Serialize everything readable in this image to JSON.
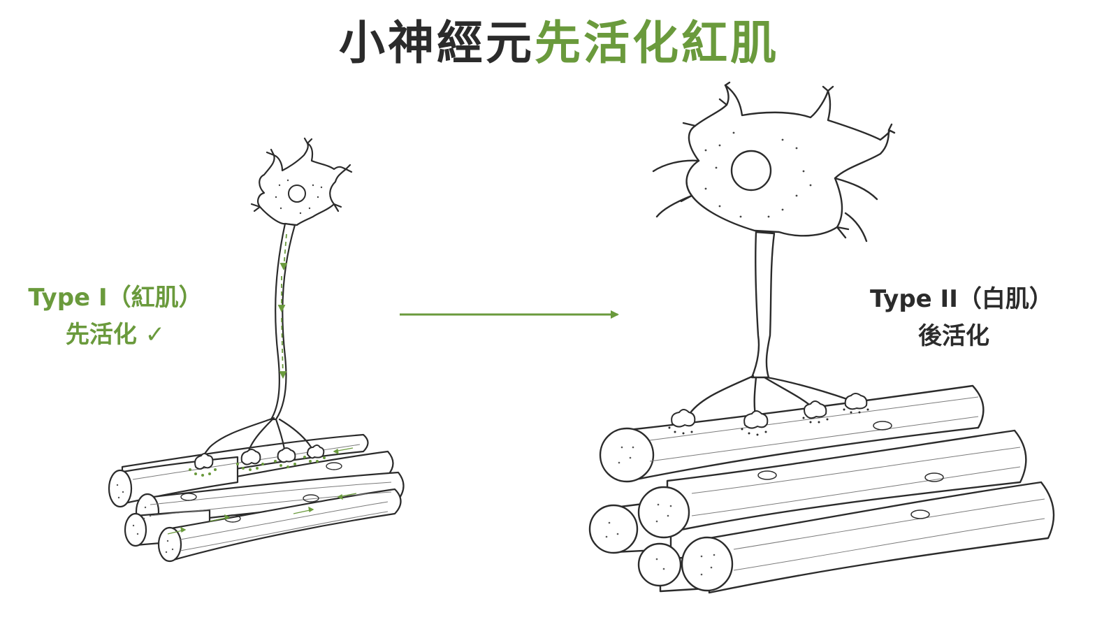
{
  "title": {
    "part1": "小神經元",
    "part2": "先活化紅肌"
  },
  "left_label": {
    "type": "Type I（紅肌）",
    "status": "先活化 ✓"
  },
  "right_label": {
    "type": "Type II（白肌）",
    "status": "後活化"
  },
  "colors": {
    "accent_green": "#6a9a3c",
    "ink": "#2b2b2b"
  }
}
